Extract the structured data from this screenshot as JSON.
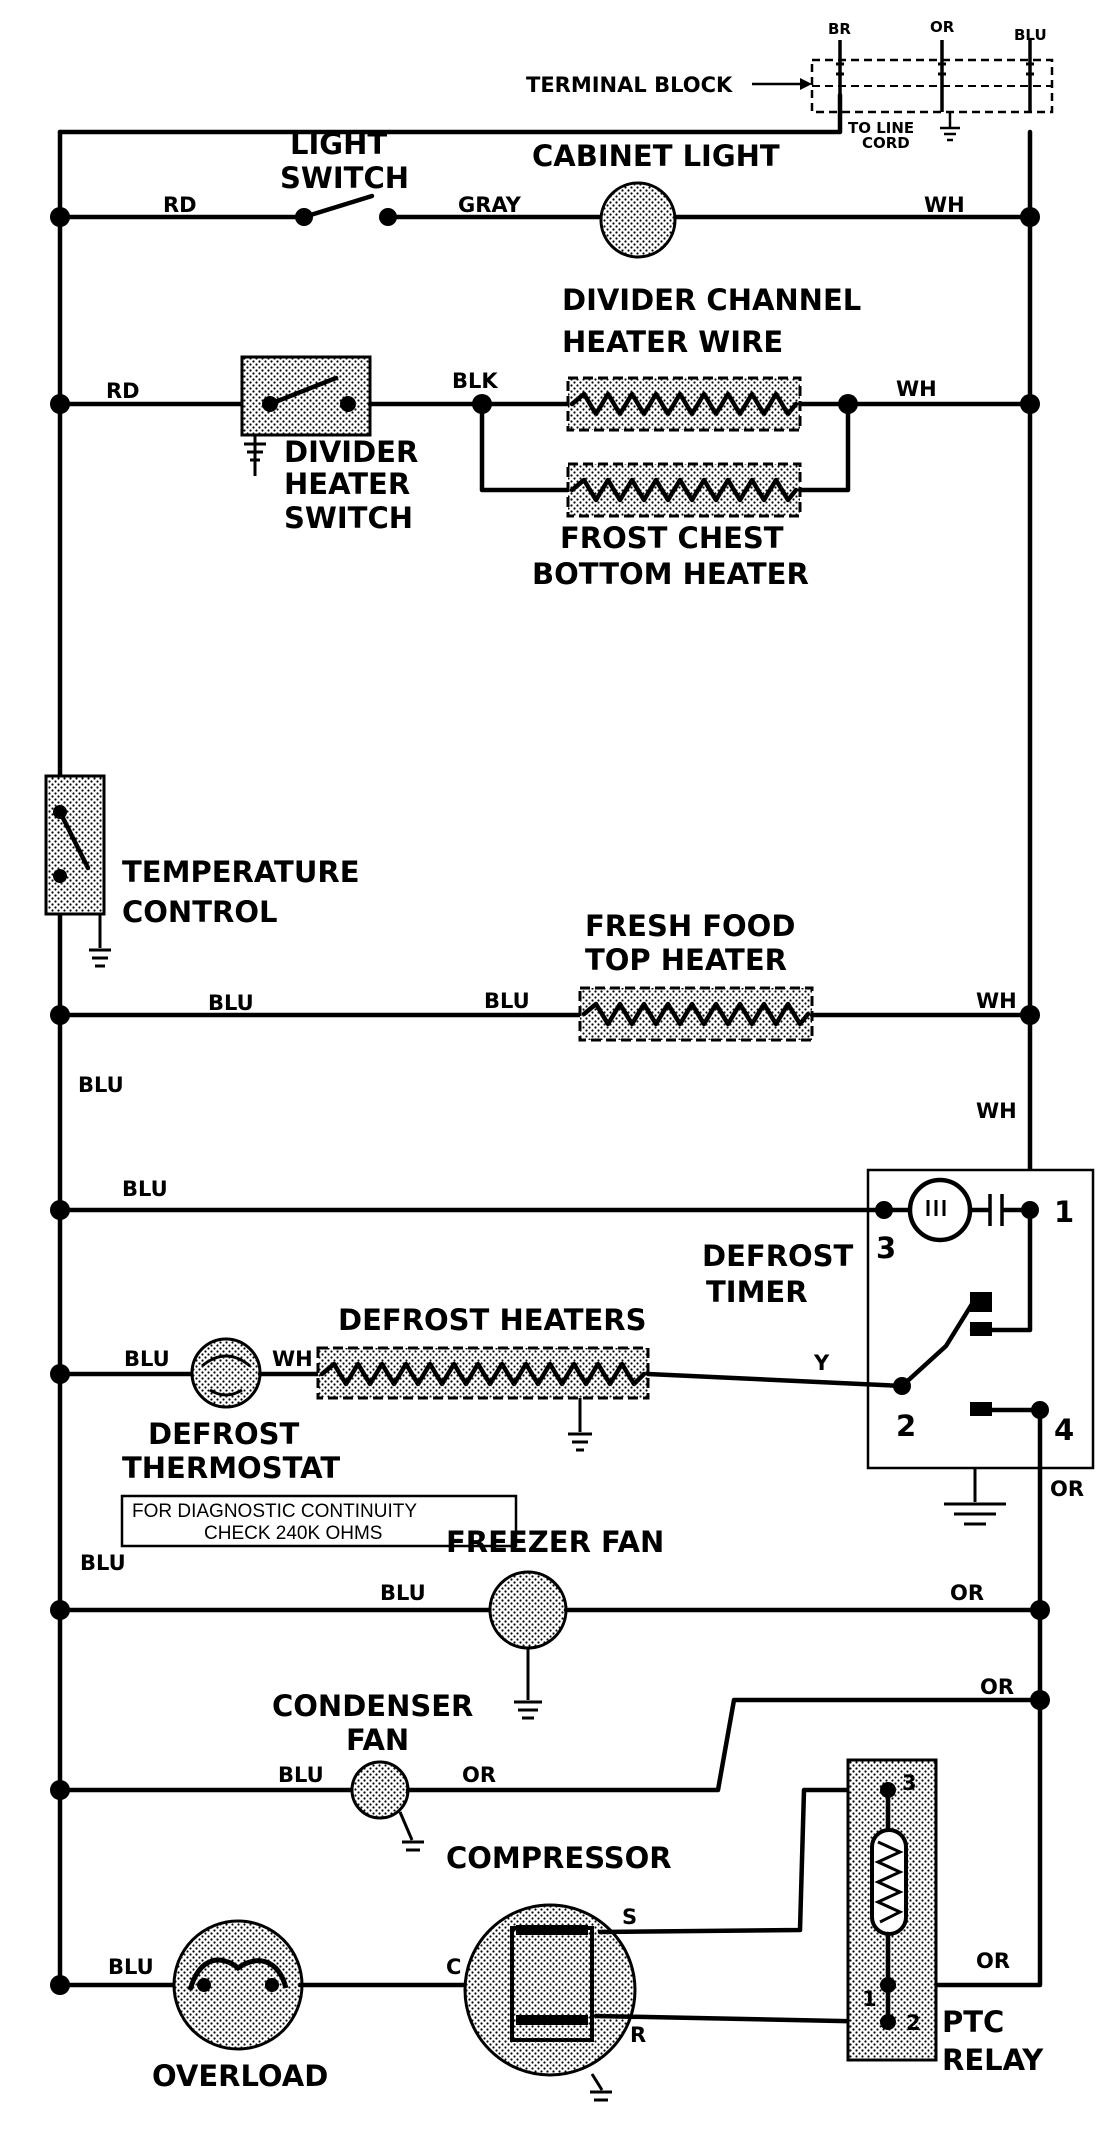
{
  "labels": {
    "terminal_block": "TERMINAL BLOCK",
    "to_line_cord": "TO LINE CORD",
    "light_switch": "LIGHT SWITCH",
    "cabinet_light": "CABINET LIGHT",
    "divider_channel_heater_wire": "DIVIDER CHANNEL HEATER WIRE",
    "divider_heater_switch": "DIVIDER HEATER SWITCH",
    "frost_chest_bottom_heater": "FROST CHEST BOTTOM HEATER",
    "temperature_control": "TEMPERATURE CONTROL",
    "fresh_food_top_heater": "FRESH FOOD TOP HEATER",
    "defrost_timer": "DEFROST TIMER",
    "defrost_heaters": "DEFROST HEATERS",
    "defrost_thermostat": "DEFROST THERMOSTAT",
    "diagnostic_note": "FOR DIAGNOSTIC CONTINUITY CHECK 240K OHMS",
    "freezer_fan": "FREEZER FAN",
    "condenser_fan": "CONDENSER FAN",
    "compressor": "COMPRESSOR",
    "overload": "OVERLOAD",
    "ptc_relay": "PTC RELAY"
  },
  "wire_colors": {
    "br": "BR",
    "or": "OR",
    "blu": "BLU",
    "rd": "RD",
    "gray": "GRAY",
    "wh": "WH",
    "blk": "BLK",
    "y": "Y"
  },
  "terminals": {
    "timer_1": "1",
    "timer_2": "2",
    "timer_3": "3",
    "timer_4": "4",
    "relay_1": "1",
    "relay_2": "2",
    "relay_3": "3",
    "comp_s": "S",
    "comp_c": "C",
    "comp_r": "R"
  }
}
